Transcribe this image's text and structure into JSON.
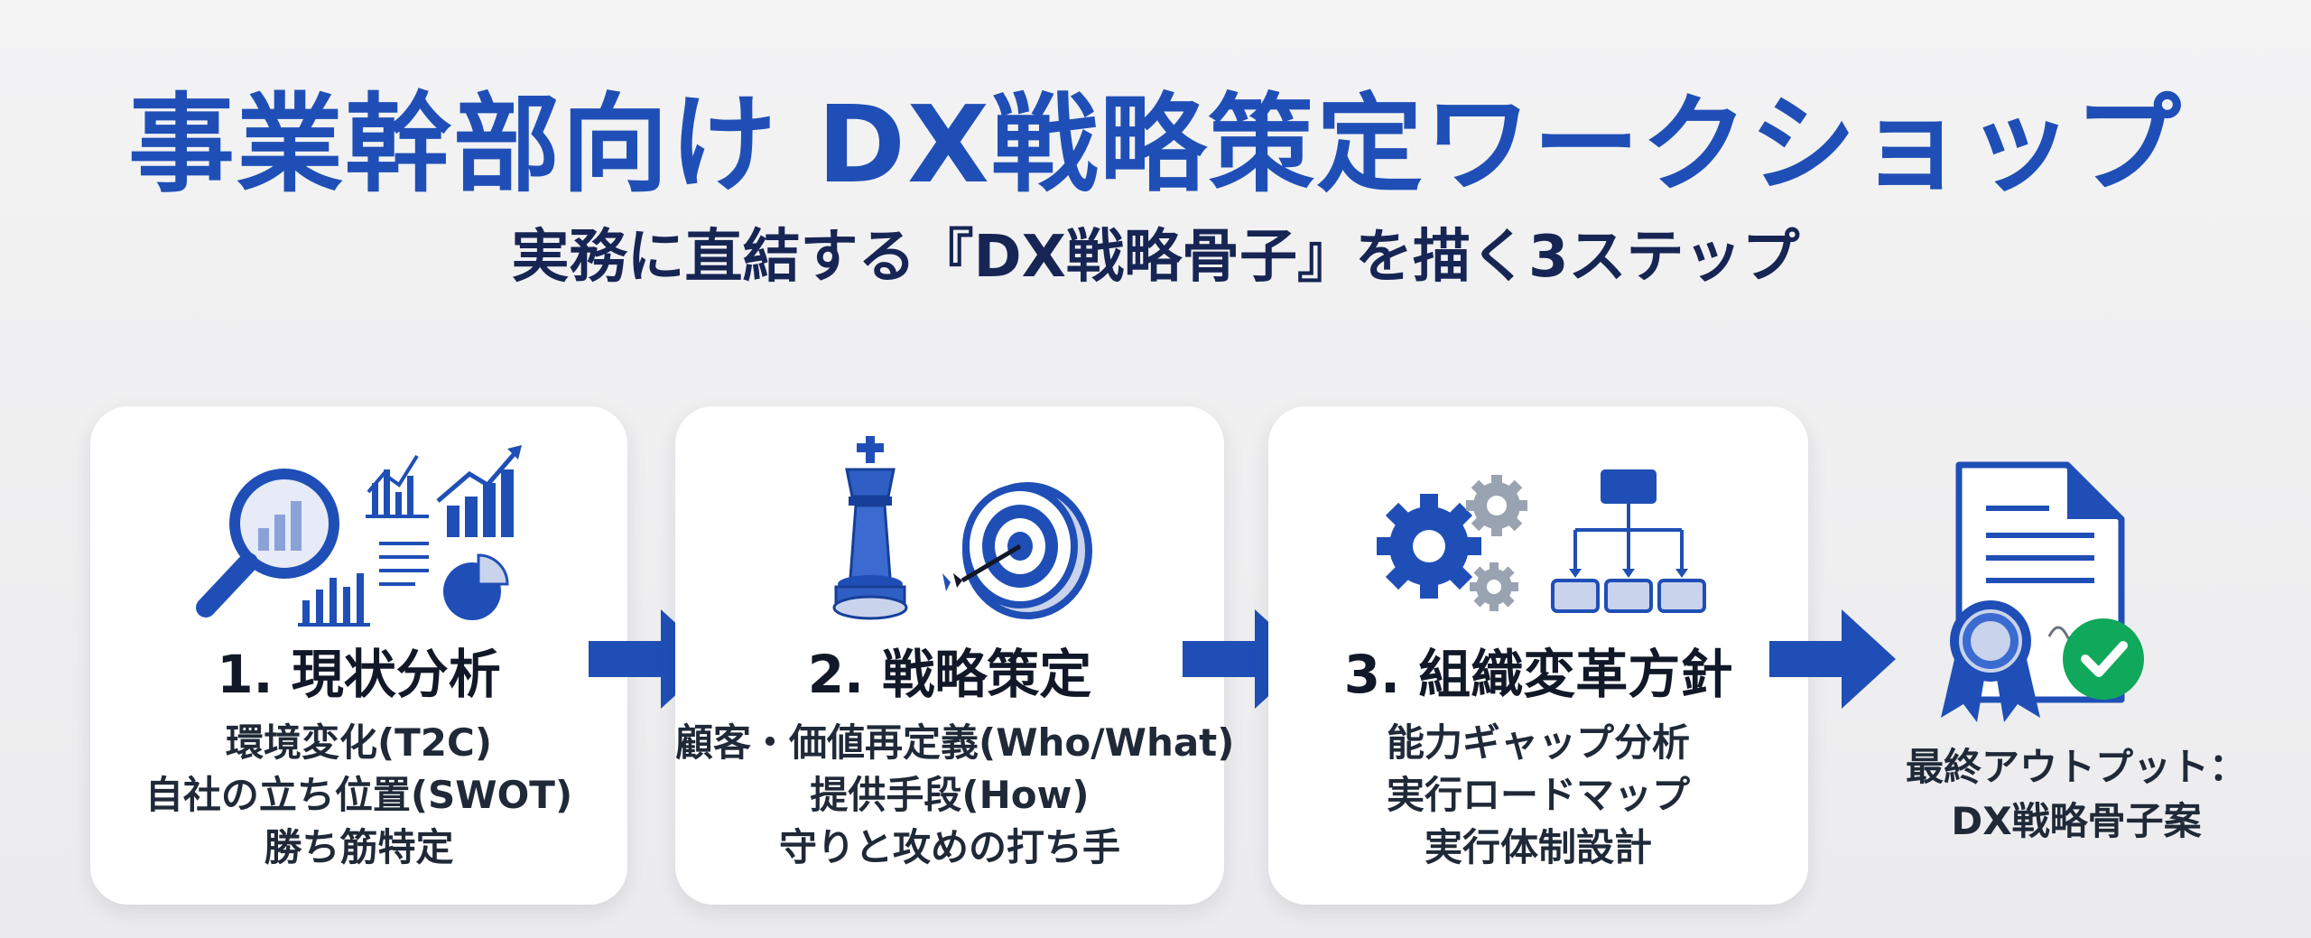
{
  "header": {
    "title": "事業幹部向け DX戦略策定ワークショップ",
    "subtitle": "実務に直結する『DX戦略骨子』を描く3ステップ"
  },
  "steps": [
    {
      "title": "1. 現状分析",
      "lines": [
        "環境変化(T2C)",
        "自社の立ち位置(SWOT)",
        "勝ち筋特定"
      ]
    },
    {
      "title": "2. 戦略策定",
      "lines": [
        "顧客・価値再定義(Who/What)",
        "提供手段(How)",
        "守りと攻めの打ち手"
      ]
    },
    {
      "title": "3. 組織変革方針",
      "lines": [
        "能力ギャップ分析",
        "実行ロードマップ",
        "実行体制設計"
      ]
    }
  ],
  "output": {
    "line1": "最終アウトプット：",
    "line2": "DX戦略骨子案"
  },
  "colors": {
    "primary": "#1f4fb6",
    "dark_text": "#172554",
    "accent_green": "#10a85a",
    "light_fill": "#c9d3ec"
  },
  "icons": [
    "magnifier-chart-icon",
    "bar-chart-icon",
    "trend-chart-icon",
    "pie-chart-icon",
    "chess-king-icon",
    "target-arrow-icon",
    "gears-icon",
    "org-chart-icon",
    "document-certificate-icon",
    "check-badge-icon"
  ]
}
